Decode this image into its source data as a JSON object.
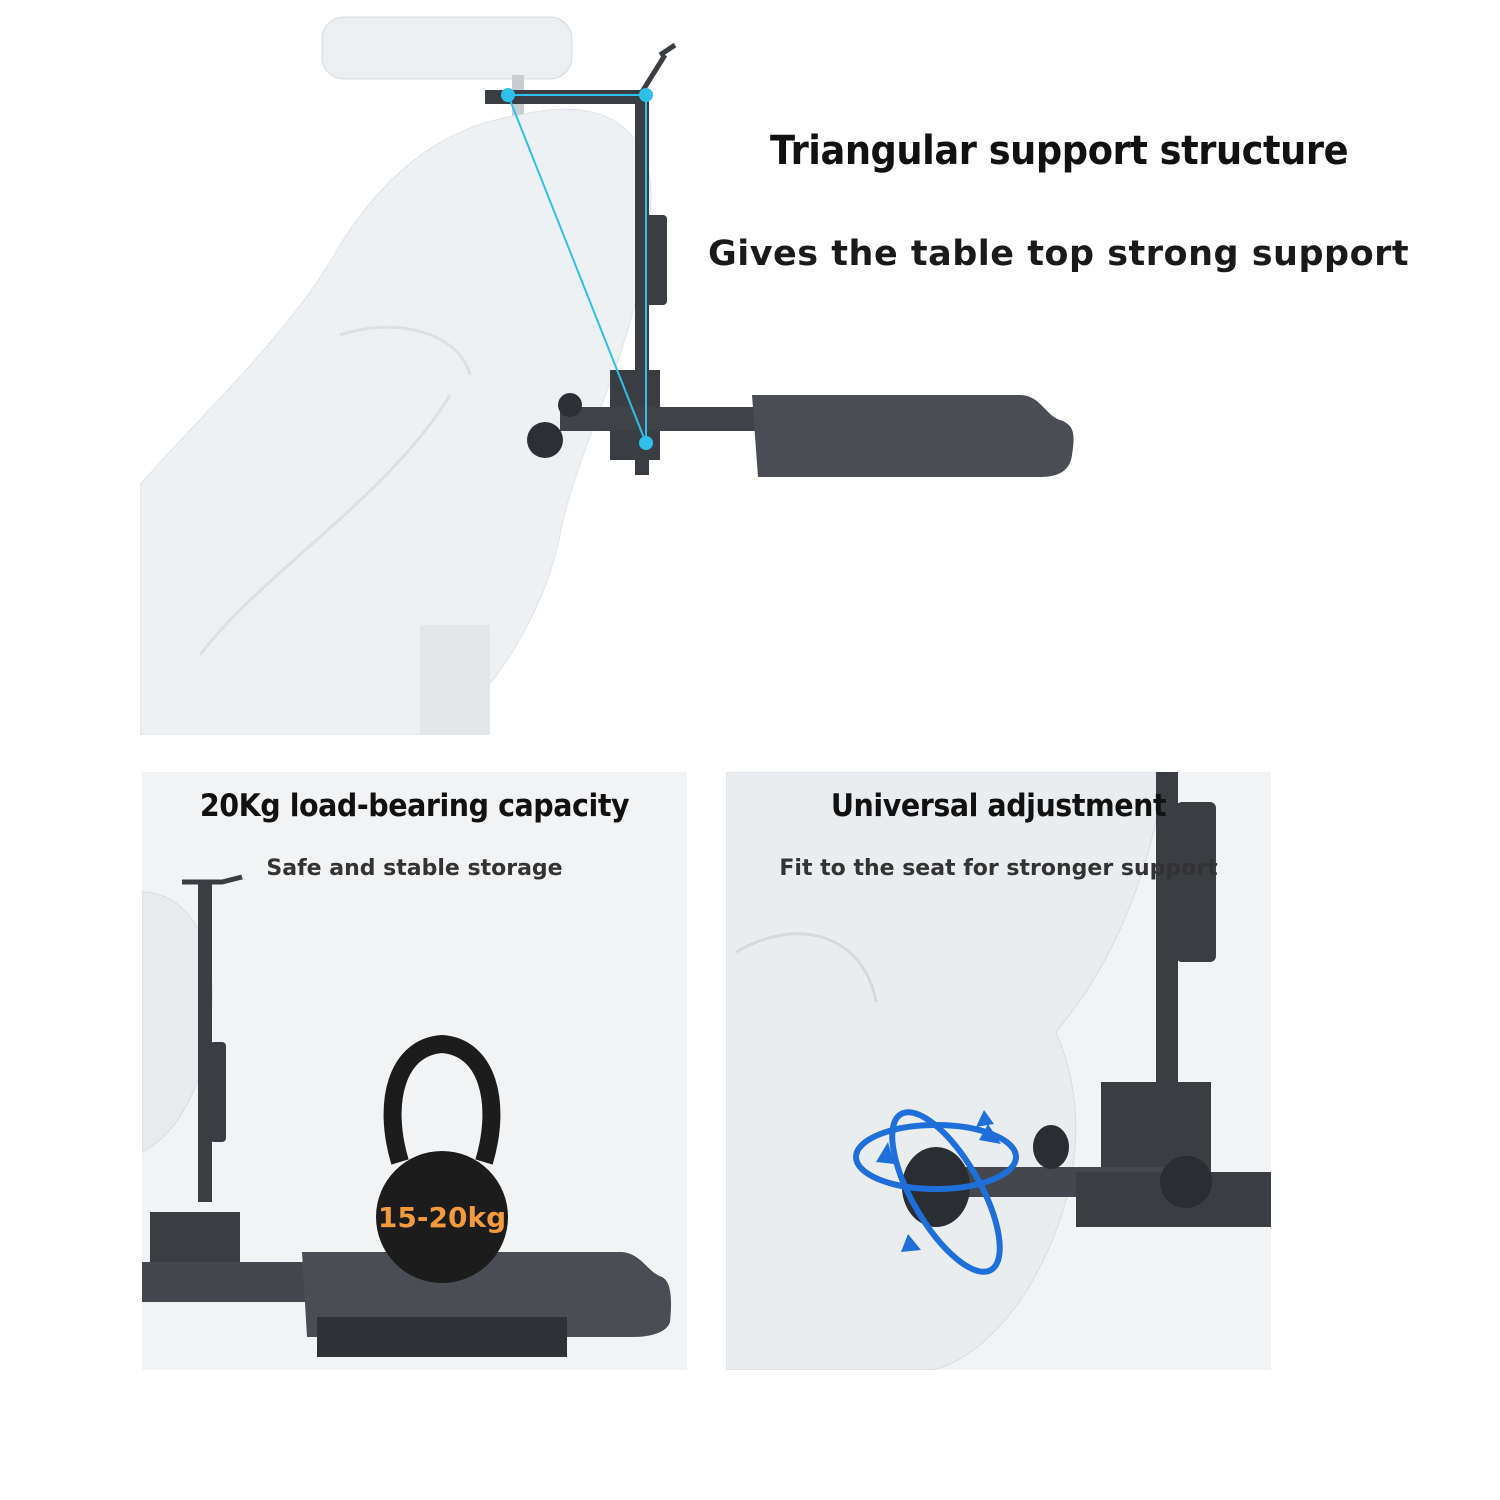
{
  "top": {
    "title": "Triangular support structure",
    "subtitle": "Gives the table top strong support"
  },
  "left_card": {
    "title": "20Kg load-bearing capacity",
    "subtitle": "Safe and stable storage",
    "weight_label": "15-20kg"
  },
  "right_card": {
    "title": "Universal adjustment",
    "subtitle": "Fit to the seat for stronger support"
  },
  "colors": {
    "seat": "#eef1f4",
    "frame": "#3a3d42",
    "tray": "#4a4e54",
    "accent_line": "#2ec0ea",
    "rotation_arrows": "#1e6fd9",
    "weight_text": "#f39a3c"
  }
}
